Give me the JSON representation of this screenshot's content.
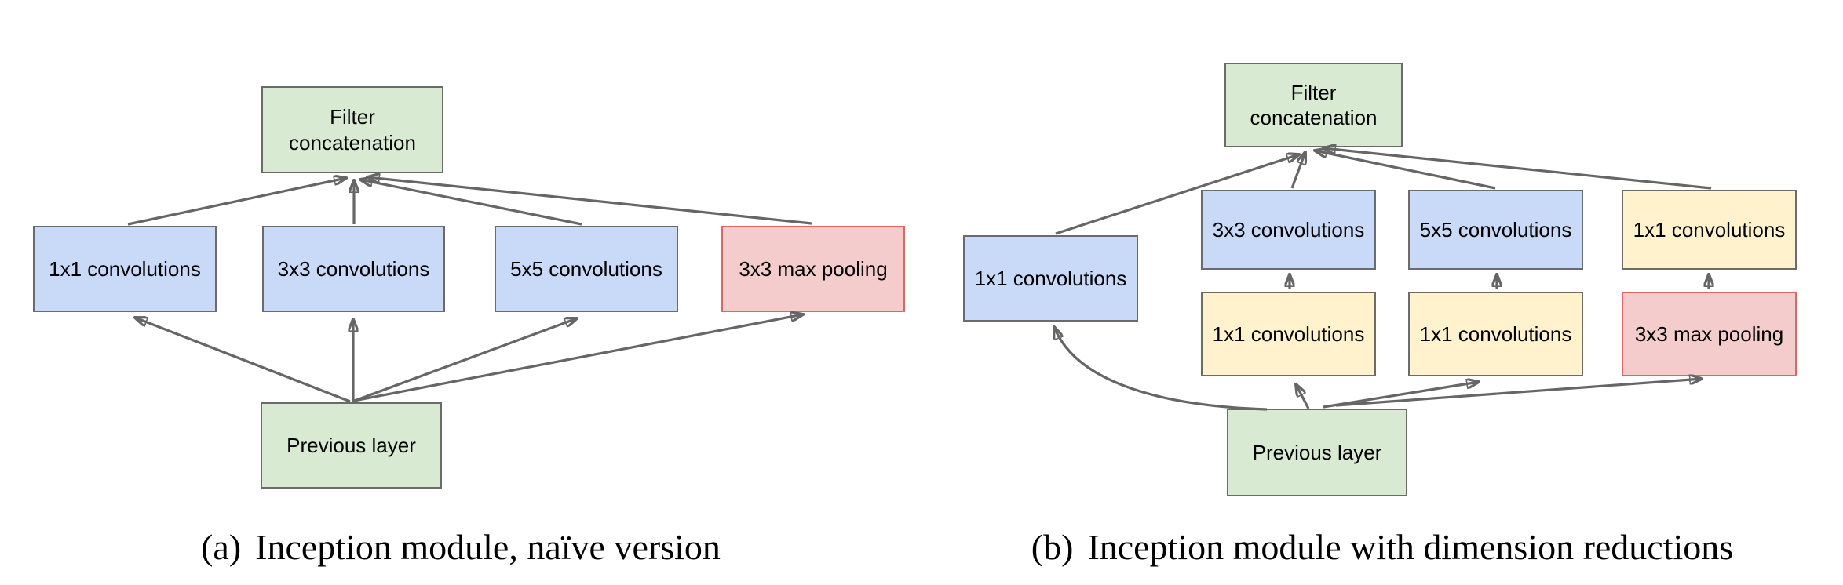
{
  "diagram": {
    "title": "Inception module figure",
    "colors": {
      "box_green": "#d9ead3",
      "box_blue": "#c9daf8",
      "box_yellow": "#fff2cc",
      "box_red": "#f4cccc",
      "box_border_gray": "#6b6b6b",
      "box_border_red": "#e06666",
      "arrow_gray": "#666666",
      "text": "#000000",
      "background": "#ffffff"
    },
    "panels": [
      {
        "caption_label": "(a)",
        "caption": "Inception module, naïve version",
        "nodes": [
          {
            "id": "filter-concat",
            "label": "Filter concatenation",
            "color": "green"
          },
          {
            "id": "conv-1x1",
            "label": "1x1 convolutions",
            "color": "blue"
          },
          {
            "id": "conv-3x3",
            "label": "3x3 convolutions",
            "color": "blue"
          },
          {
            "id": "conv-5x5",
            "label": "5x5 convolutions",
            "color": "blue"
          },
          {
            "id": "max-pool-3x3",
            "label": "3x3 max pooling",
            "color": "red"
          },
          {
            "id": "previous-layer",
            "label": "Previous layer",
            "color": "green"
          }
        ],
        "edges": [
          {
            "from": "previous-layer",
            "to": "conv-1x1"
          },
          {
            "from": "previous-layer",
            "to": "conv-3x3"
          },
          {
            "from": "previous-layer",
            "to": "conv-5x5"
          },
          {
            "from": "previous-layer",
            "to": "max-pool-3x3"
          },
          {
            "from": "conv-1x1",
            "to": "filter-concat"
          },
          {
            "from": "conv-3x3",
            "to": "filter-concat"
          },
          {
            "from": "conv-5x5",
            "to": "filter-concat"
          },
          {
            "from": "max-pool-3x3",
            "to": "filter-concat"
          }
        ]
      },
      {
        "caption_label": "(b)",
        "caption": "Inception module with dimension reductions",
        "nodes": [
          {
            "id": "filter-concat",
            "label": "Filter concatenation",
            "color": "green"
          },
          {
            "id": "conv-1x1-branch",
            "label": "1x1 convolutions",
            "color": "blue"
          },
          {
            "id": "conv-3x3",
            "label": "3x3 convolutions",
            "color": "blue"
          },
          {
            "id": "conv-5x5",
            "label": "5x5 convolutions",
            "color": "blue"
          },
          {
            "id": "conv-1x1-after-pool",
            "label": "1x1 convolutions",
            "color": "yellow"
          },
          {
            "id": "conv-1x1-reduce-3x3",
            "label": "1x1 convolutions",
            "color": "yellow"
          },
          {
            "id": "conv-1x1-reduce-5x5",
            "label": "1x1 convolutions",
            "color": "yellow"
          },
          {
            "id": "max-pool-3x3",
            "label": "3x3 max pooling",
            "color": "red"
          },
          {
            "id": "previous-layer",
            "label": "Previous layer",
            "color": "green"
          }
        ],
        "edges": [
          {
            "from": "previous-layer",
            "to": "conv-1x1-branch"
          },
          {
            "from": "previous-layer",
            "to": "conv-1x1-reduce-3x3"
          },
          {
            "from": "previous-layer",
            "to": "conv-1x1-reduce-5x5"
          },
          {
            "from": "previous-layer",
            "to": "max-pool-3x3"
          },
          {
            "from": "conv-1x1-reduce-3x3",
            "to": "conv-3x3"
          },
          {
            "from": "conv-1x1-reduce-5x5",
            "to": "conv-5x5"
          },
          {
            "from": "max-pool-3x3",
            "to": "conv-1x1-after-pool"
          },
          {
            "from": "conv-1x1-branch",
            "to": "filter-concat"
          },
          {
            "from": "conv-3x3",
            "to": "filter-concat"
          },
          {
            "from": "conv-5x5",
            "to": "filter-concat"
          },
          {
            "from": "conv-1x1-after-pool",
            "to": "filter-concat"
          }
        ]
      }
    ]
  }
}
